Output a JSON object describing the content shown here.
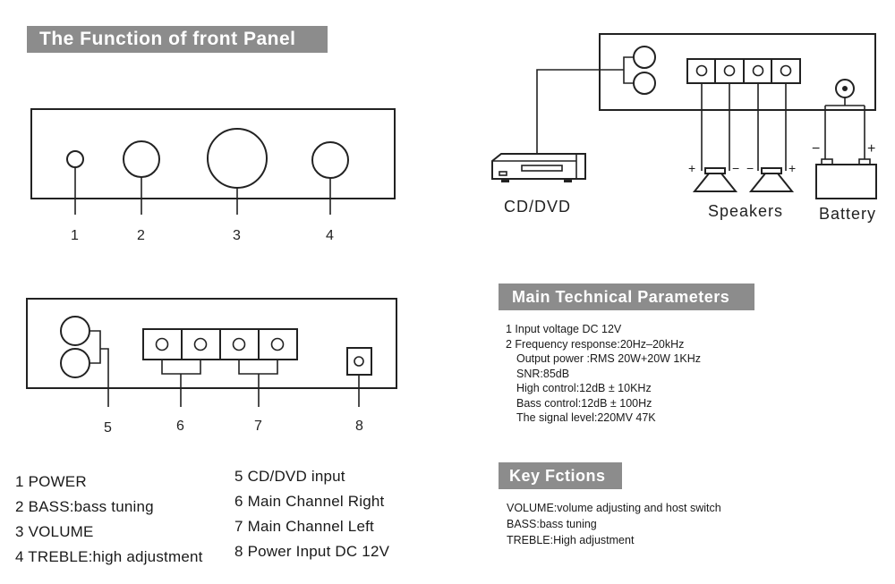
{
  "front_panel": {
    "title": "The Function of front Panel",
    "numbers": [
      "1",
      "2",
      "3",
      "4",
      "5",
      "6",
      "7",
      "8"
    ],
    "legend_left": [
      "1 POWER",
      "2 BASS:bass tuning",
      "3 VOLUME",
      "4 TREBLE:high adjustment"
    ],
    "legend_right": [
      "5 CD/DVD input",
      "6 Main Channel Right",
      "7 Main Channel Left",
      "8 Power Input DC 12V"
    ]
  },
  "connection": {
    "cd_dvd_label": "CD/DVD",
    "speakers_label": "Speakers",
    "battery_label": "Battery",
    "plus": "+",
    "minus": "−"
  },
  "technical": {
    "title": "Main Technical Parameters",
    "lines": [
      "1 Input voltage DC 12V",
      "2 Frequency response:20Hz–20kHz",
      "Output power :RMS 20W+20W   1KHz",
      "SNR:85dB",
      "High control:12dB ± 10KHz",
      "Bass control:12dB ± 100Hz",
      "The signal level:220MV 47K"
    ]
  },
  "key_functions": {
    "title": "Key Fctions",
    "lines": [
      "VOLUME:volume adjusting and host switch",
      "BASS:bass tuning",
      "TREBLE:High adjustment"
    ]
  }
}
